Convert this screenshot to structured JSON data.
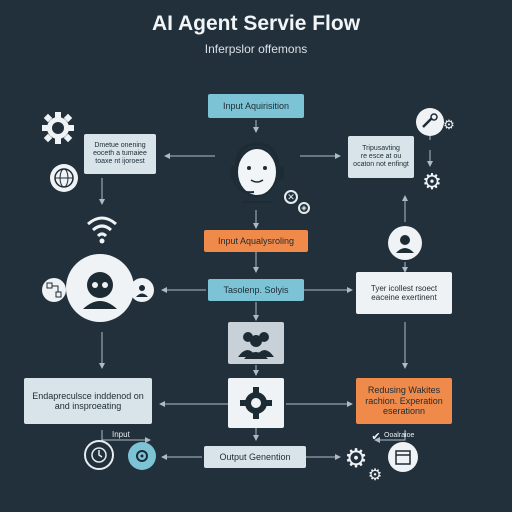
{
  "header": {
    "title": "AI Agent Servie Flow",
    "subtitle": "Inferpslor offemons"
  },
  "nodes": {
    "input_acquisition": "Input Aquirisition",
    "left_note": "Dmetue onening eoceth a tumaiee toaxe nt ijoroest",
    "right_note": "Tripusavting\nre esce at ou ocaton not enfingt",
    "input_analysis": "Input Aqualysroling",
    "tasolenp": "Tasolenp. Solyis",
    "tyer_note": "Tyer icollest rsoect eaceine exertinent",
    "left_output": "Endapreculsce inddenod on and insproeating",
    "reducing": "Redusing Wakites rachion. Experation eserationn",
    "output_generation": "Output Genention",
    "input_label": "Input",
    "goal_label": "Ooalraioe"
  },
  "icons": {
    "agent": "headset-agent-icon",
    "gear": "gear-icon",
    "globe": "globe-icon",
    "wifi": "wifi-icon",
    "team": "team-icon"
  },
  "colors": {
    "background": "#22303b",
    "teal": "#7cc3d6",
    "orange": "#f08a4b",
    "light": "#d9e4ea"
  }
}
